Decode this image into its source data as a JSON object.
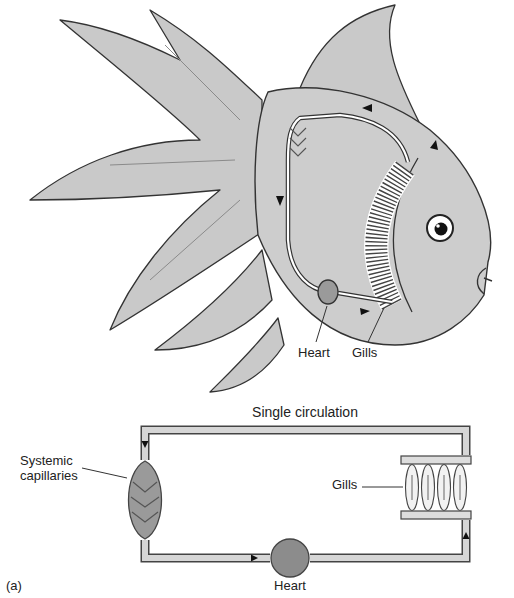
{
  "diagram": {
    "title": "Single circulation",
    "nodes": [
      {
        "text": [
          "Systemic capillaries"
        ]
      },
      {
        "text": [
          "Gills"
        ]
      },
      {
        "text": [
          "Heart"
        ]
      }
    ],
    "edges": [
      {
        "from": 2,
        "to": 1,
        "arrow": "to"
      },
      {
        "from": 1,
        "to": 0,
        "arrow": "to"
      },
      {
        "from": 0,
        "to": 2,
        "arrow": "to"
      }
    ],
    "labels": [
      "Heart",
      "Gills",
      "(a)"
    ]
  }
}
